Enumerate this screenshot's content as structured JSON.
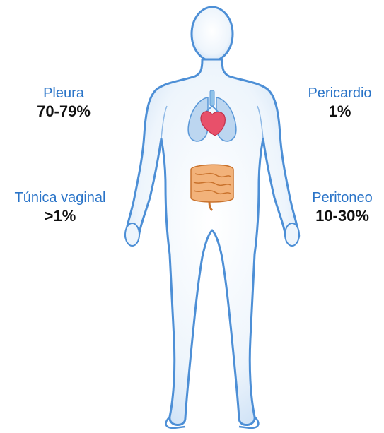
{
  "labels": {
    "pleura": {
      "name": "Pleura",
      "value": "70-79%"
    },
    "pericardio": {
      "name": "Pericardio",
      "value": "1%"
    },
    "tunica_vaginal": {
      "name": "Túnica vaginal",
      "value": ">1%"
    },
    "peritoneo": {
      "name": "Peritoneo",
      "value": "10-30%"
    }
  },
  "colors": {
    "label_blue": "#2a74c8",
    "value_black": "#111111",
    "body_outline": "#4d8fd6",
    "body_fill": "#e3eefa",
    "lung_fill": "#bcd6f0",
    "heart_fill": "#e8506a",
    "intestine_fill": "#e9964a"
  },
  "icons": {
    "figure": "human-body-icon",
    "lungs": "lungs-icon",
    "heart": "heart-icon",
    "intestines": "intestines-icon"
  }
}
